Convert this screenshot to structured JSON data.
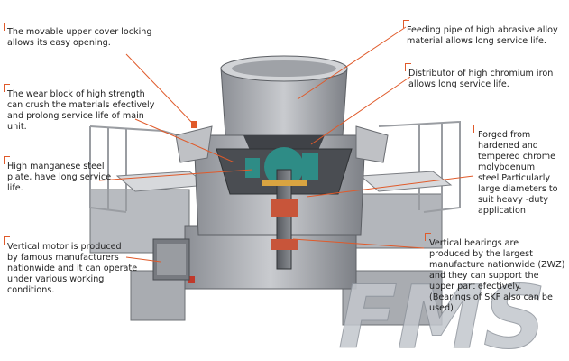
{
  "accent_color": "#e05a2a",
  "callouts": {
    "upper_cover": "The movable upper cover locking\nallows its easy opening.",
    "wear_block": "The wear block of high strength\ncan crush the materials efectively\nand prolong service life of main\nunit.",
    "manganese": "High manganese steel\nplate, have long service\nlife.",
    "motor": "Vertical motor is produced\nby famous manufacturers\nnationwide and it can operate\nunder various working\nconditions.",
    "feeding_pipe": "Feeding pipe of high abrasive alloy\nmaterial allows long service life.",
    "distributor": "Distributor of high chromium iron\nallows long service life.",
    "forged": "Forged from\nhardened and\ntempered chrome\nmolybdenum\nsteel.Particularly\nlarge diameters to\nsuit heavy -duty\napplication",
    "bearings": "Vertical bearings are\nproduced by the largest\nmanufacture nationwide (ZWZ)\nand they can support the\nupper part efectively.\n(Bearings of SKF also can be\nused)"
  },
  "logo": {
    "text": "FMS"
  }
}
